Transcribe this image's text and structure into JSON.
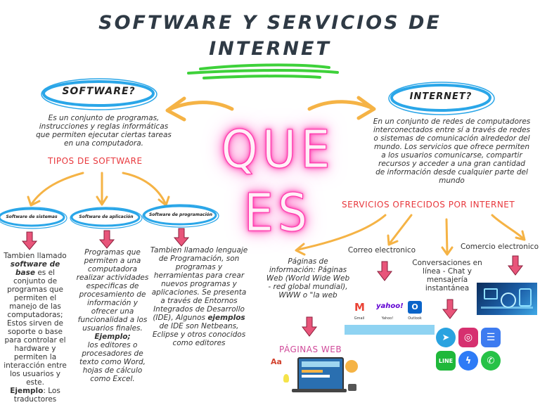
{
  "title_line1": "SOFTWARE Y SERVICIOS DE",
  "title_line2": "INTERNET",
  "center_text": "QUE ES",
  "software": {
    "label": "SOFTWARE?",
    "definition": "Es un conjunto de programas, instrucciones y reglas informáticas que permiten ejecutar ciertas tareas en una computadora.",
    "tipos_label": "TIPOS DE SOFTWARE",
    "types": [
      {
        "label": "Software de sistemas"
      },
      {
        "label": "Software de aplicación"
      },
      {
        "label": "Software de programación"
      }
    ],
    "sistemas_desc_1": "Tambien llamado",
    "sistemas_desc_bold": "software de base",
    "sistemas_desc_2": "es el conjunto de programas que permiten el manejo de las computadoras; Estos sirven de soporte o base para controlar el hardware y permiten la interacción entre los usuarios y este.",
    "sistemas_example_label": "Ejemplo",
    "sistemas_example_text": ": Los traductores",
    "aplicacion_desc": "Programas que permiten a una computadora realizar actividades especificas de procesamiento de información y ofrecer una funcionalidad a los usuarios finales.",
    "aplicacion_example_label": "Ejemplo;",
    "aplicacion_example_text": "los editores o procesadores de texto como Word, hojas de cálculo como Excel.",
    "programacion_desc_1": "Tambien llamado lenguaje de Programación, son programas y herramientas para crear nuevos programas y aplicaciones. Se presenta a través de Entornos Integrados de Desarrollo (IDE), Algunos",
    "programacion_desc_bold": "ejemplos",
    "programacion_desc_2": "de IDE son Netbeans, Eclipse y otros conocidos como editores"
  },
  "internet": {
    "label": "INTERNET?",
    "definition": "En un conjunto de redes de computadores interconectados entre sí a través de redes o sistemas de comunicación alrededor del mundo. Los servicios que ofrece permiten a los usuarios comunicarse, compartir recursos y acceder a una gran cantidad de información desde cualquier parte del mundo",
    "servicios_label": "SERVICIOS OFRECIDOS POR INTERNET",
    "services": [
      {
        "label": "Páginas de información: Páginas Web (World Wide Web - red global mundial), WWW o \"la web"
      },
      {
        "label": "Correo electronico"
      },
      {
        "label": "Conversaciones en línea - Chat y mensajería instantánea"
      },
      {
        "label": "Comercio electronico"
      }
    ],
    "paginas_web_logo": "PÁGINAS WEB",
    "email_icons": [
      {
        "name": "Gmail",
        "color": "#ea4335"
      },
      {
        "name": "Yahoo!",
        "color": "#6001d2"
      },
      {
        "name": "Outlook",
        "color": "#0a64c9"
      }
    ],
    "chat_icons": [
      {
        "name": "telegram",
        "color": "#2aa3e0"
      },
      {
        "name": "instagram",
        "color": "#d6306f"
      },
      {
        "name": "messages",
        "color": "#3d7bf0"
      },
      {
        "name": "LINE",
        "color": "#1fb83a"
      },
      {
        "name": "messenger",
        "color": "#2e7bf6"
      },
      {
        "name": "whatsapp",
        "color": "#27c247"
      }
    ]
  },
  "colors": {
    "oval_blue": "#2aa6e8",
    "arrow_orange": "#f5b345",
    "down_arrow_pink": "#e8557a",
    "accent_red": "#e8383d",
    "title_dark": "#2f3a45",
    "green_scribble": "#3ed13a",
    "neon_pink": "#ff2fa8"
  }
}
